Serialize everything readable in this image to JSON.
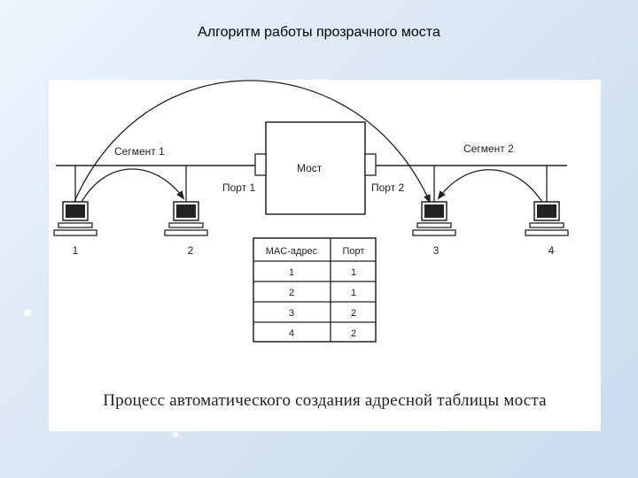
{
  "slide": {
    "title": "Алгоритм работы прозрачного моста"
  },
  "diagram": {
    "segment1_label": "Сегмент 1",
    "segment2_label": "Сегмент 2",
    "bridge_label": "Мост",
    "port1_label": "Порт 1",
    "port2_label": "Порт 2",
    "hosts": [
      {
        "label": "1"
      },
      {
        "label": "2"
      },
      {
        "label": "3"
      },
      {
        "label": "4"
      }
    ],
    "table": {
      "headers": [
        "MAC-адрес",
        "Порт"
      ],
      "rows": [
        [
          "1",
          "1"
        ],
        [
          "2",
          "1"
        ],
        [
          "3",
          "2"
        ],
        [
          "4",
          "2"
        ]
      ]
    },
    "caption": "Процесс автоматического создания адресной таблицы моста"
  },
  "colors": {
    "background": "#d9e6f4",
    "line": "#222222",
    "screen": "#222222"
  }
}
